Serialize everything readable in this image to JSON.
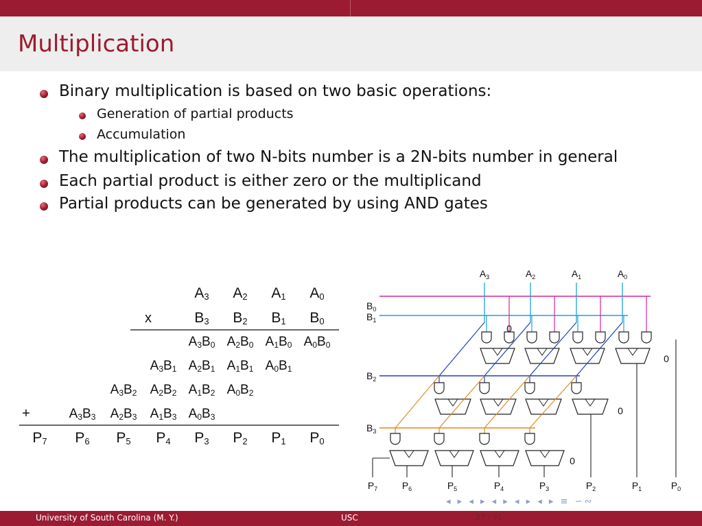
{
  "title": "Multiplication",
  "bullets": [
    "Binary multiplication is based on two basic operations:",
    "Generation of partial products",
    "Accumulation",
    "The multiplication of two N-bits number is a 2N-bits number in general",
    "Each partial product is either zero or the multiplicand",
    "Partial products can be generated by using AND gates"
  ],
  "table": {
    "row_a": [
      [
        "A",
        "3"
      ],
      [
        "A",
        "2"
      ],
      [
        "A",
        "1"
      ],
      [
        "A",
        "0"
      ]
    ],
    "times": "x",
    "row_b": [
      [
        "B",
        "3"
      ],
      [
        "B",
        "2"
      ],
      [
        "B",
        "1"
      ],
      [
        "B",
        "0"
      ]
    ],
    "pp0": [
      [
        "A",
        "3",
        "B",
        "0"
      ],
      [
        "A",
        "2",
        "B",
        "0"
      ],
      [
        "A",
        "1",
        "B",
        "0"
      ],
      [
        "A",
        "0",
        "B",
        "0"
      ]
    ],
    "pp1": [
      [
        "A",
        "3",
        "B",
        "1"
      ],
      [
        "A",
        "2",
        "B",
        "1"
      ],
      [
        "A",
        "1",
        "B",
        "1"
      ],
      [
        "A",
        "0",
        "B",
        "1"
      ]
    ],
    "pp2": [
      [
        "A",
        "3",
        "B",
        "2"
      ],
      [
        "A",
        "2",
        "B",
        "2"
      ],
      [
        "A",
        "1",
        "B",
        "2"
      ],
      [
        "A",
        "0",
        "B",
        "2"
      ]
    ],
    "plus": "+",
    "pp3": [
      [
        "A",
        "3",
        "B",
        "3"
      ],
      [
        "A",
        "2",
        "B",
        "3"
      ],
      [
        "A",
        "1",
        "B",
        "3"
      ],
      [
        "A",
        "0",
        "B",
        "3"
      ]
    ],
    "products": [
      [
        "P",
        "7"
      ],
      [
        "P",
        "6"
      ],
      [
        "P",
        "5"
      ],
      [
        "P",
        "4"
      ],
      [
        "P",
        "3"
      ],
      [
        "P",
        "2"
      ],
      [
        "P",
        "1"
      ],
      [
        "P",
        "0"
      ]
    ]
  },
  "circuit": {
    "inputs_a": [
      [
        "A",
        "3"
      ],
      [
        "A",
        "2"
      ],
      [
        "A",
        "1"
      ],
      [
        "A",
        "0"
      ]
    ],
    "inputs_b": [
      [
        "B",
        "0"
      ],
      [
        "B",
        "1"
      ],
      [
        "B",
        "2"
      ],
      [
        "B",
        "3"
      ]
    ],
    "zero": "0",
    "outputs": [
      [
        "P",
        "7"
      ],
      [
        "P",
        "6"
      ],
      [
        "P",
        "5"
      ],
      [
        "P",
        "4"
      ],
      [
        "P",
        "3"
      ],
      [
        "P",
        "2"
      ],
      [
        "P",
        "1"
      ],
      [
        "P",
        "0"
      ]
    ],
    "colors": {
      "b0": "#d6249a",
      "b1": "#1aa3d9",
      "b2": "#1f3fbf",
      "b3": "#e08a1e"
    }
  },
  "footer": {
    "left": "University of South Carolina  (M. Y.)",
    "center": "USC",
    "page": "27 / 91"
  },
  "nav_symbols": "◂ ▸ ◂ ▸ ◂ ▸ ◂ ▸ ◂ ▸ ≡ ∽∾"
}
